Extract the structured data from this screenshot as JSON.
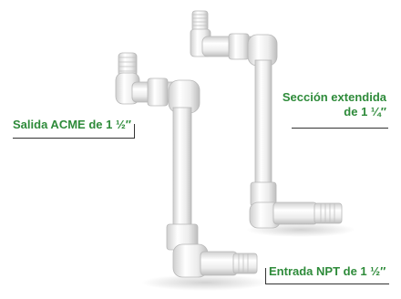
{
  "labels": {
    "salida": "Salida ACME de 1 ½″",
    "seccion_line1": "Sección extendida",
    "seccion_line2": "de 1 ¼″",
    "entrada": "Entrada NPT de 1 ½″"
  },
  "colors": {
    "label_text": "#2e8b3a",
    "pipe_body": "#f2f2f2",
    "pipe_shadow": "#c9c9c9",
    "pipe_highlight": "#ffffff",
    "background": "#ffffff"
  }
}
